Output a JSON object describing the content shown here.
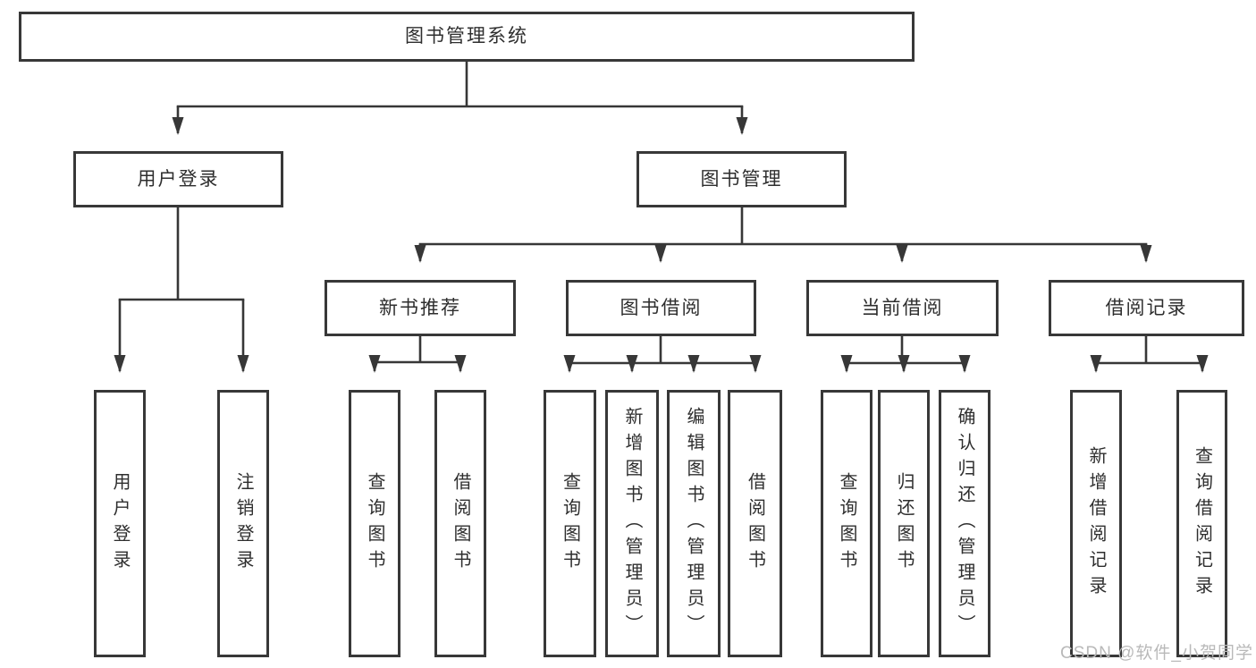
{
  "diagram_type": "hierarchy-tree",
  "colors": {
    "line": "#373737",
    "box_border": "#383838",
    "box_background": "#ffffff",
    "text": "#2e2e2e",
    "watermark": "#b9b9b9",
    "page_background": "#ffffff"
  },
  "watermark": "CSDN @软件_小贺同学",
  "tree": {
    "root": {
      "label": "图书管理系统"
    },
    "level2": [
      {
        "label": "用户登录"
      },
      {
        "label": "图书管理"
      }
    ],
    "level3": [
      {
        "label": "新书推荐",
        "parent": "图书管理"
      },
      {
        "label": "图书借阅",
        "parent": "图书管理"
      },
      {
        "label": "当前借阅",
        "parent": "图书管理"
      },
      {
        "label": "借阅记录",
        "parent": "图书管理"
      }
    ],
    "leaves": [
      {
        "label": "用户登录",
        "parent": "用户登录"
      },
      {
        "label": "注销登录",
        "parent": "用户登录"
      },
      {
        "label": "查询图书",
        "parent": "新书推荐"
      },
      {
        "label": "借阅图书",
        "parent": "新书推荐"
      },
      {
        "label": "查询图书",
        "parent": "图书借阅"
      },
      {
        "label": "新增图书（管理员）",
        "parent": "图书借阅"
      },
      {
        "label": "编辑图书（管理员）",
        "parent": "图书借阅"
      },
      {
        "label": "借阅图书",
        "parent": "图书借阅"
      },
      {
        "label": "查询图书",
        "parent": "当前借阅"
      },
      {
        "label": "归还图书",
        "parent": "当前借阅"
      },
      {
        "label": "确认归还（管理员）",
        "parent": "当前借阅"
      },
      {
        "label": "新增借阅记录",
        "parent": "借阅记录"
      },
      {
        "label": "查询借阅记录",
        "parent": "借阅记录"
      }
    ]
  }
}
